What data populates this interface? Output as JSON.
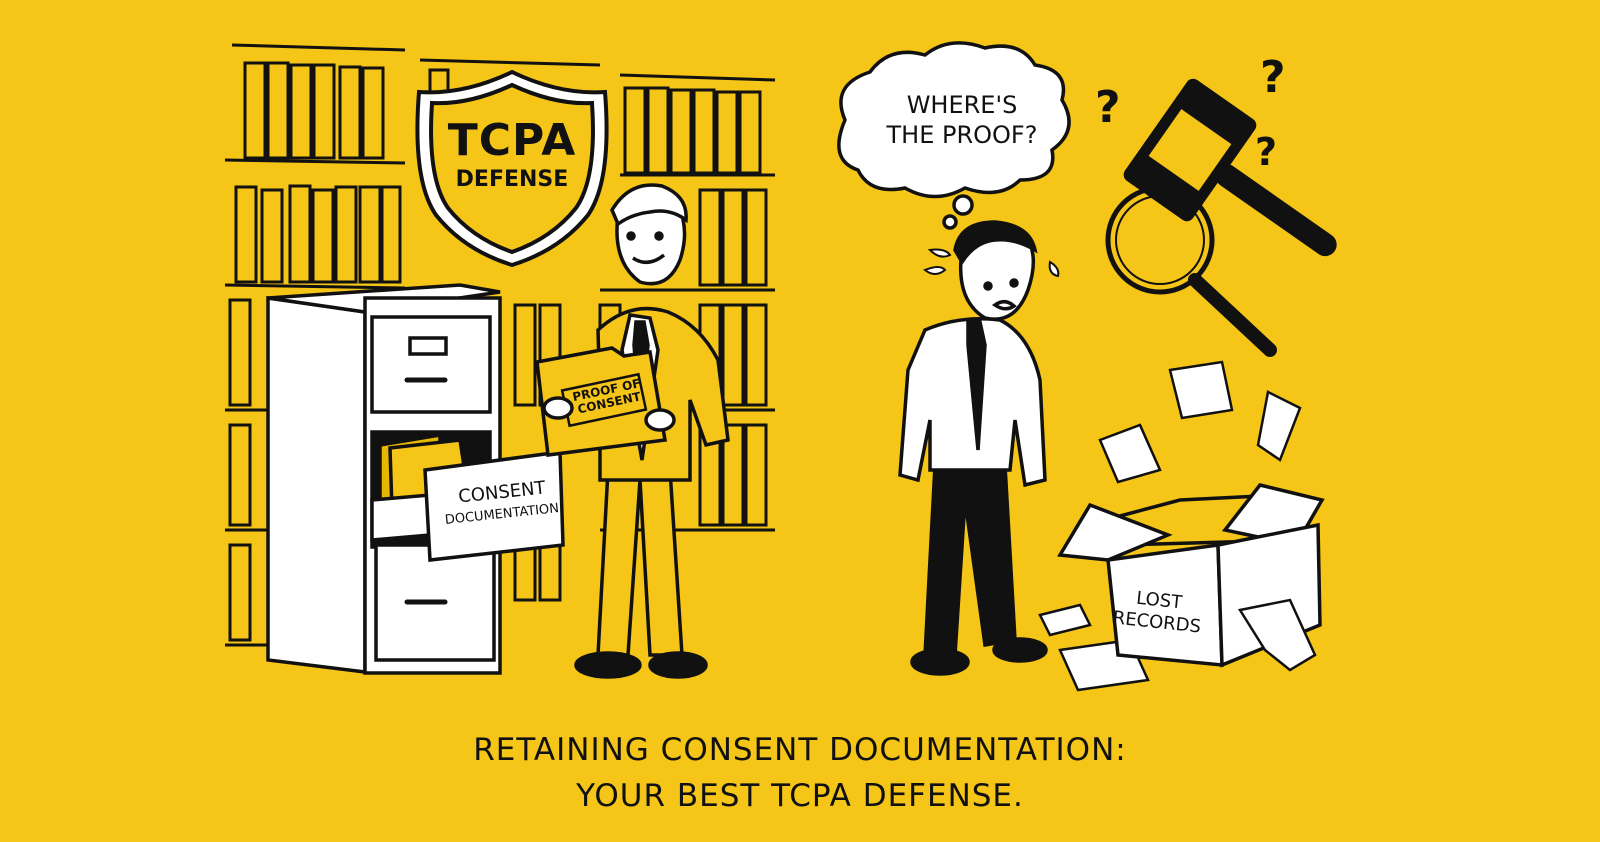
{
  "illustration": {
    "background_color": "#F5C518",
    "ink_color": "#111111",
    "paper_color": "#FFFFFF",
    "left_scene": {
      "shield": {
        "icon": "shield-icon",
        "title": "TCPA",
        "subtitle": "DEFENSE"
      },
      "character": "confident-businessman-smiling",
      "folder_label": {
        "line1": "PROOF OF",
        "line2": "CONSENT"
      },
      "cabinet_label": {
        "line1": "CONSENT",
        "line2": "DOCUMENTATION"
      },
      "background": "bookshelves-with-binders"
    },
    "right_scene": {
      "thought_bubble": {
        "line1": "WHERE'S",
        "line2": "THE PROOF?"
      },
      "character": "worried-sweating-man",
      "icons": [
        "gavel-icon",
        "magnifying-glass-icon",
        "question-mark-icon"
      ],
      "box_label": {
        "line1": "LOST",
        "line2": "RECORDS"
      }
    },
    "caption": {
      "line1": "RETAINING CONSENT DOCUMENTATION:",
      "line2": "YOUR BEST TCPA DEFENSE."
    }
  }
}
